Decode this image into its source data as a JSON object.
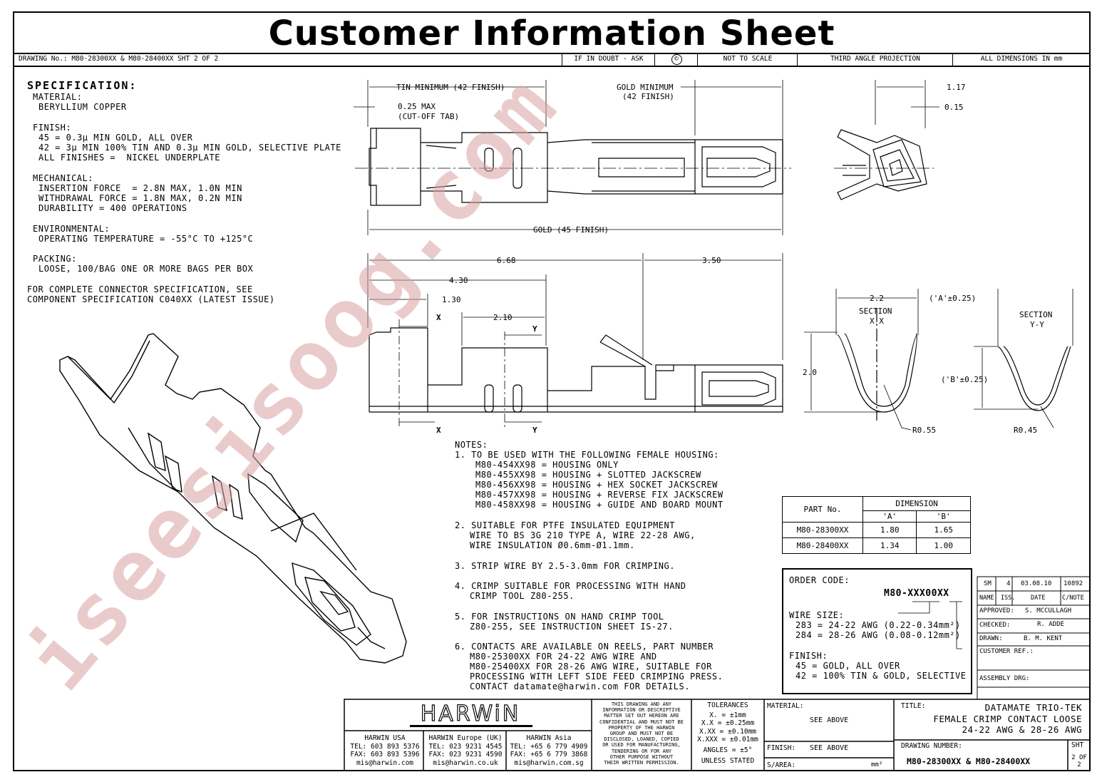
{
  "header": {
    "title": "Customer Information Sheet",
    "drawing_no": "DRAWING No.: M80-28300XX & M80-28400XX   SHT 2 OF 2",
    "if_in_doubt": "IF IN DOUBT - ASK",
    "copyright": "©",
    "not_to_scale": "NOT TO SCALE",
    "projection": "THIRD ANGLE PROJECTION",
    "all_dims": "ALL DIMENSIONS IN mm"
  },
  "spec": {
    "heading": "SPECIFICATION:",
    "material_label": "MATERIAL:",
    "material": "BERYLLIUM COPPER",
    "finish_label": "FINISH:",
    "finish_45": "45 = 0.3µ MIN GOLD, ALL OVER",
    "finish_42": "42 = 3µ MIN 100% TIN AND 0.3µ MIN GOLD, SELECTIVE PLATE",
    "finish_all": "ALL FINISHES =  NICKEL UNDERPLATE",
    "mech_label": "MECHANICAL:",
    "mech_insert": "INSERTION FORCE  = 2.8N MAX, 1.0N MIN",
    "mech_withdraw": "WITHDRAWAL FORCE = 1.8N MAX, 0.2N MIN",
    "mech_durability": "DURABILITY = 400 OPERATIONS",
    "env_label": "ENVIRONMENTAL:",
    "env_temp": "OPERATING TEMPERATURE = -55°C TO +125°C",
    "pack_label": "PACKING:",
    "pack_text": "LOOSE, 100/BAG ONE OR MORE BAGS PER BOX",
    "complete_1": "FOR COMPLETE CONNECTOR SPECIFICATION, SEE",
    "complete_2": "COMPONENT SPECIFICATION C040XX (LATEST ISSUE)"
  },
  "dims": {
    "tin_min": "TIN MINIMUM (42 FINISH)",
    "max_025": "0.25 MAX",
    "cutoff": "(CUT-OFF TAB)",
    "gold_min_1": "GOLD MINIMUM",
    "gold_min_2": "(42 FINISH)",
    "gold_45": "GOLD (45 FINISH)",
    "d117": "1.17",
    "d015": "0.15",
    "d668": "6.68",
    "d350": "3.50",
    "d430": "4.30",
    "d130": "1.30",
    "d210": "2.10",
    "x": "X",
    "y": "Y",
    "d22": "2.2",
    "a_tol": "('A'±0.25)",
    "sec_xx_1": "SECTION",
    "sec_xx_2": "X-X",
    "sec_yy_1": "SECTION",
    "sec_yy_2": "Y-Y",
    "d20": "2.0",
    "b_tol": "('B'±0.25)",
    "r055": "R0.55",
    "r045": "R0.45"
  },
  "notes": {
    "heading": "NOTES:",
    "n1": "1. TO BE USED WITH THE FOLLOWING FEMALE HOUSING:",
    "n1a": "M80-454XX98 = HOUSING ONLY",
    "n1b": "M80-455XX98 = HOUSING + SLOTTED JACKSCREW",
    "n1c": "M80-456XX98 = HOUSING + HEX SOCKET JACKSCREW",
    "n1d": "M80-457XX98 = HOUSING + REVERSE FIX JACKSCREW",
    "n1e": "M80-458XX98 = HOUSING + GUIDE AND BOARD MOUNT",
    "n2a": "2. SUITABLE FOR PTFE INSULATED EQUIPMENT",
    "n2b": "WIRE TO BS 3G 210 TYPE A, WIRE 22-28 AWG,",
    "n2c": "WIRE INSULATION Ø0.6mm-Ø1.1mm.",
    "n3": "3. STRIP WIRE BY 2.5-3.0mm FOR CRIMPING.",
    "n4a": "4. CRIMP SUITABLE FOR PROCESSING WITH HAND",
    "n4b": "CRIMP TOOL Z80-255.",
    "n5a": "5. FOR INSTRUCTIONS ON HAND CRIMP TOOL",
    "n5b": "Z80-255, SEE INSTRUCTION SHEET IS-27.",
    "n6a": "6. CONTACTS ARE AVAILABLE ON REELS, PART NUMBER",
    "n6b": "M80-25300XX FOR 24-22 AWG WIRE AND",
    "n6c": "M80-25400XX FOR 28-26 AWG WIRE, SUITABLE FOR",
    "n6d": "PROCESSING WITH LEFT SIDE FEED CRIMPING PRESS.",
    "n6e": "CONTACT datamate@harwin.com FOR DETAILS."
  },
  "part_table": {
    "part_no": "PART No.",
    "dimension": "DIMENSION",
    "col_a": "'A'",
    "col_b": "'B'",
    "rows": [
      {
        "part": "M80-28300XX",
        "a": "1.80",
        "b": "1.65"
      },
      {
        "part": "M80-28400XX",
        "a": "1.34",
        "b": "1.00"
      }
    ]
  },
  "order": {
    "label": "ORDER CODE:",
    "code": "M80-XXX00XX",
    "wire_label": "WIRE SIZE:",
    "w283": "283 = 24-22 AWG (0.22-0.34mm²)",
    "w284": "284 = 28-26 AWG (0.08-0.12mm²)",
    "finish_label": "FINISH:",
    "f45": "45 = GOLD, ALL OVER",
    "f42": "42 = 100% TIN & GOLD, SELECTIVE"
  },
  "revision": {
    "name": "SM",
    "iss": "4",
    "date": "03.08.10",
    "cnote": "10892",
    "h_name": "NAME",
    "h_iss": "ISS.",
    "h_date": "DATE",
    "h_cnote": "C/NOTE",
    "approved_label": "APPROVED:",
    "approved": "S. MCCULLAGH",
    "checked_label": "CHECKED:",
    "checked": "R. ADDE",
    "drawn_label": "DRAWN:",
    "drawn": "B. M. KENT",
    "customer_ref": "CUSTOMER REF.:",
    "assembly": "ASSEMBLY DRG:"
  },
  "titleblock": {
    "logo": "HARWiN",
    "usa_h": "HARWIN USA",
    "usa_tel": "TEL: 603 893 5376",
    "usa_fax": "FAX: 603 893 5396",
    "usa_mail": "mis@harwin.com",
    "eu_h": "HARWIN Europe (UK)",
    "eu_tel": "TEL: 023 9231 4545",
    "eu_fax": "FAX: 023 9231 4590",
    "eu_mail": "mis@harwin.co.uk",
    "as_h": "HARWIN Asia",
    "as_tel": "TEL: +65 6 779 4909",
    "as_fax": "FAX: +65 6 779 3868",
    "as_mail": "mis@harwin.com.sg",
    "confid": [
      "THIS DRAWING AND ANY",
      "INFORMATION OR DESCRIPTIVE",
      "MATTER SET OUT HEREON ARE",
      "CONFIDENTIAL AND MUST NOT BE",
      "DISCLOSED, LOANED, COPIED",
      "OR USED FOR MANUFACTURING,",
      "TENDERING OR FOR ANY",
      "OTHER PURPOSE WITHOUT",
      "THEIR WRITTEN PERMISSION."
    ],
    "prop1": "PROPERTY OF THE HARWIN",
    "prop2": "GROUP AND MUST NOT BE",
    "tol_h": "TOLERANCES",
    "tol1": "X. = ±1mm",
    "tol2": "X.X = ±0.25mm",
    "tol3": "X.XX = ±0.10mm",
    "tol4": "X.XXX = ±0.01mm",
    "tol5": "ANGLES = ±5°",
    "tol6": "UNLESS STATED",
    "material_label": "MATERIAL:",
    "material_val": "SEE ABOVE",
    "finish_label": "FINISH:",
    "finish_val": "SEE ABOVE",
    "area_label": "S/AREA:",
    "area_unit": "mm²",
    "title_label": "TITLE:",
    "title1": "DATAMATE TRIO-TEK",
    "title2": "FEMALE CRIMP CONTACT LOOSE",
    "title3": "24-22 AWG & 28-26 AWG",
    "dwg_label": "DRAWING NUMBER:",
    "dwg_val": "M80-28300XX & M80-28400XX",
    "sht_label": "SHT",
    "sht_val": "2 OF 2"
  },
  "watermark": "iseesisoog.com"
}
